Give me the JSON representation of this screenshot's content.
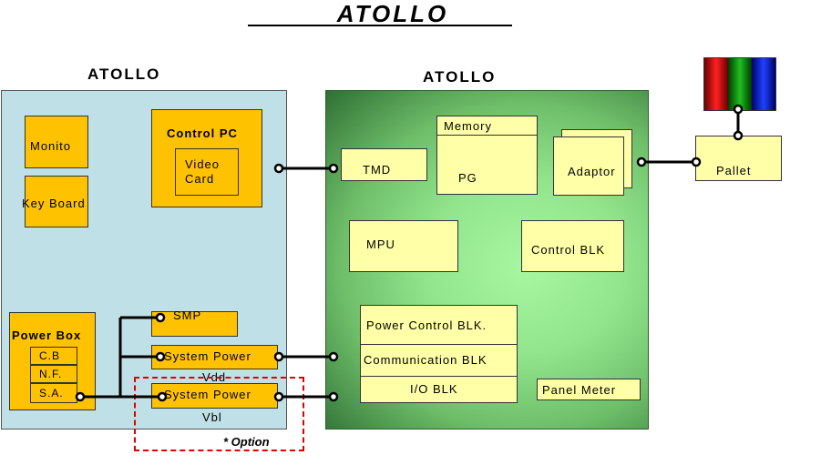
{
  "title": "ATOLLO",
  "left": {
    "heading": "ATOLLO",
    "monitor": "Monito",
    "keyboard": "Key Board",
    "control_pc": "Control PC",
    "video_card": "Video Card",
    "power_box": "Power Box",
    "cb": "C.B",
    "nf": "N.F.",
    "sa": "S.A.",
    "smp": "SMP",
    "system_power_vdd": "System Power",
    "vdd": "Vdd",
    "system_power_vbl": "System Power",
    "vbl": "Vbl",
    "option": "* Option"
  },
  "right": {
    "heading": "ATOLLO",
    "tmd": "TMD",
    "memory": "Memory",
    "pg": "PG",
    "adaptor": "Adaptor",
    "mpu": "MPU",
    "control_blk": "Control BLK",
    "power_control_blk": "Power Control BLK.",
    "communication_blk": "Communication BLK",
    "io_blk": "I/O BLK",
    "panel_meter": "Panel Meter"
  },
  "pallet": "Pallet",
  "colors": {
    "left_panel": "#bfe0e6",
    "orange_box": "#ffc200",
    "yellow_box": "#ffffa8",
    "right_panel_light": "#a7f7a0",
    "right_panel_dark": "#2f6f34",
    "option_border": "#e00000",
    "rgb_bars": [
      "#e00000",
      "#00a000",
      "#0020e0"
    ]
  }
}
